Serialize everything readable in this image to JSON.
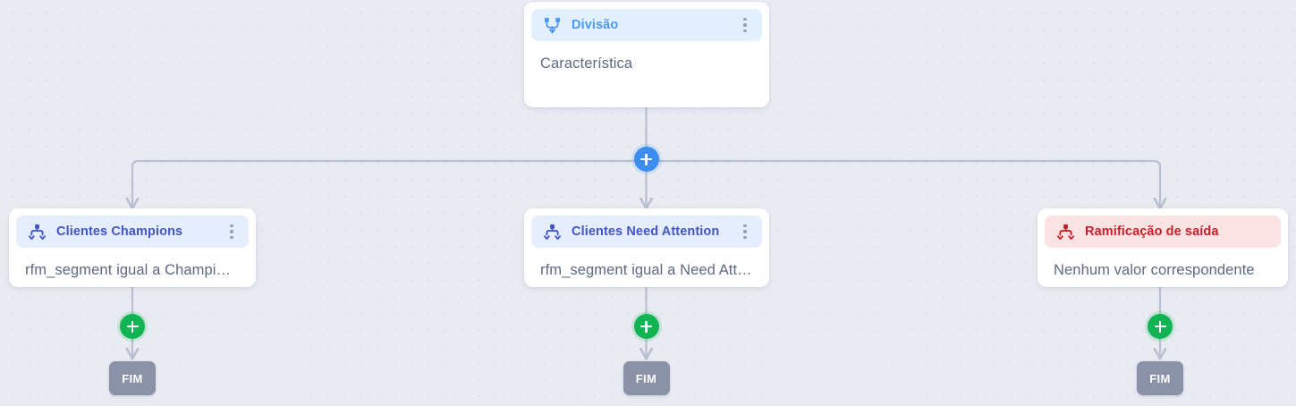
{
  "canvas": {
    "background_color": "#e8ebf2",
    "dot_color": "#dcdfe8"
  },
  "nodes": {
    "split": {
      "title": "Divisão",
      "body": "Característica",
      "icon": "merge-split-icon",
      "accent_color": "#4a9af5",
      "header_bg": "#e2f0fd",
      "menu": "kebab-menu-icon"
    },
    "branch_champions": {
      "title": "Clientes Champions",
      "body": "rfm_segment igual a Champi…",
      "icon": "branch-split-icon",
      "accent_color": "#4355c9",
      "header_bg": "#e5eefc",
      "menu": "kebab-menu-icon"
    },
    "branch_need_attention": {
      "title": "Clientes Need Attention",
      "body": "rfm_segment igual a Need Att…",
      "icon": "branch-split-icon",
      "accent_color": "#4355c9",
      "header_bg": "#e5eefc",
      "menu": "kebab-menu-icon"
    },
    "branch_exit": {
      "title": "Ramificação de saída",
      "body": "Nenhum valor correspondente",
      "icon": "branch-split-icon",
      "accent_color": "#cb1f28",
      "header_bg": "#fbe3e3"
    }
  },
  "buttons": {
    "add_split_label": "+",
    "add_step_label": "+",
    "add_blue_color": "#3c8df0",
    "add_green_color": "#11b352"
  },
  "end_nodes": {
    "label": "FIM",
    "color": "#8b92a8"
  }
}
